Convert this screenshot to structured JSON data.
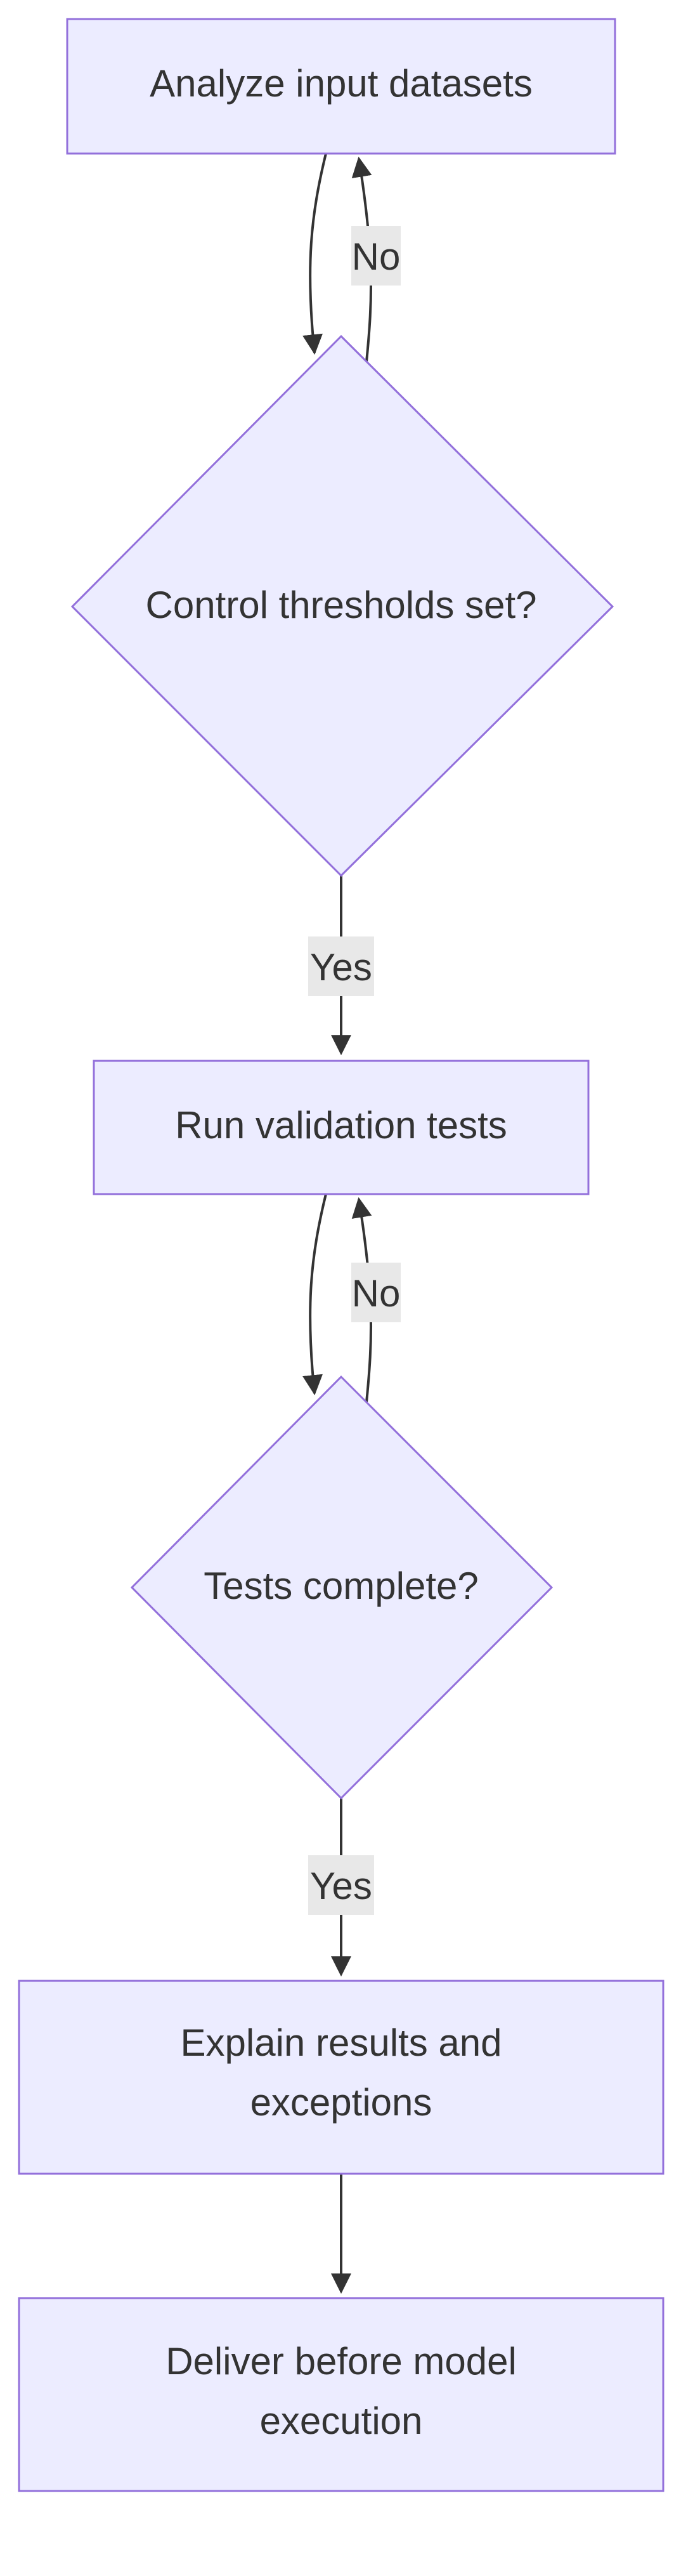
{
  "colors": {
    "node_fill": "#ececff",
    "node_stroke": "#9370db",
    "edge": "#333333",
    "text": "#333333",
    "label_bg": "#e8e8e8"
  },
  "nodes": {
    "analyze": {
      "line1": "Analyze input datasets"
    },
    "thresholds": {
      "line1": "Control thresholds set?"
    },
    "run_tests": {
      "line1": "Run validation tests"
    },
    "tests_complete": {
      "line1": "Tests complete?"
    },
    "explain": {
      "line1": "Explain results and",
      "line2": "exceptions"
    },
    "deliver": {
      "line1": "Deliver before model",
      "line2": "execution"
    }
  },
  "edges": {
    "thresholds_no": "No",
    "thresholds_yes": "Yes",
    "tests_no": "No",
    "tests_yes": "Yes"
  }
}
